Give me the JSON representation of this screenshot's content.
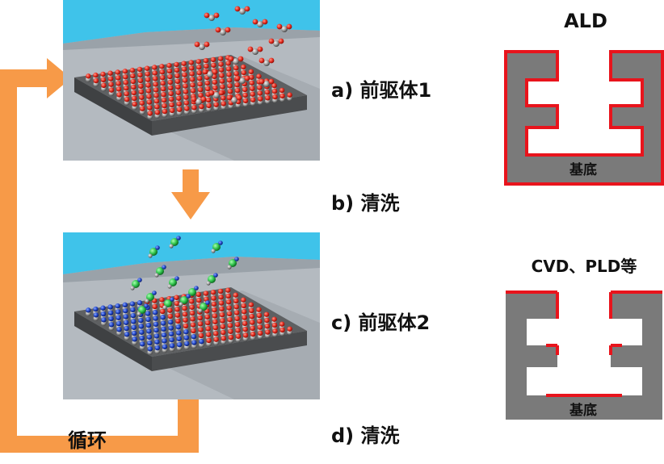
{
  "steps": {
    "a": "a) 前驱体1",
    "b": "b) 清洗",
    "c": "c) 前驱体2",
    "d": "d) 清洗"
  },
  "cycle_label": "循环",
  "panels": {
    "ald": {
      "title": "ALD",
      "base": "基底"
    },
    "cvd": {
      "title": "CVD、PLD等",
      "base": "基底"
    }
  },
  "colors": {
    "arrow": "#f79a48",
    "substrate": "#7a7a7a",
    "coating": "#e8141c",
    "sky": "#3fc3ea",
    "ground": "#b4bac0",
    "slab": "#505254"
  }
}
